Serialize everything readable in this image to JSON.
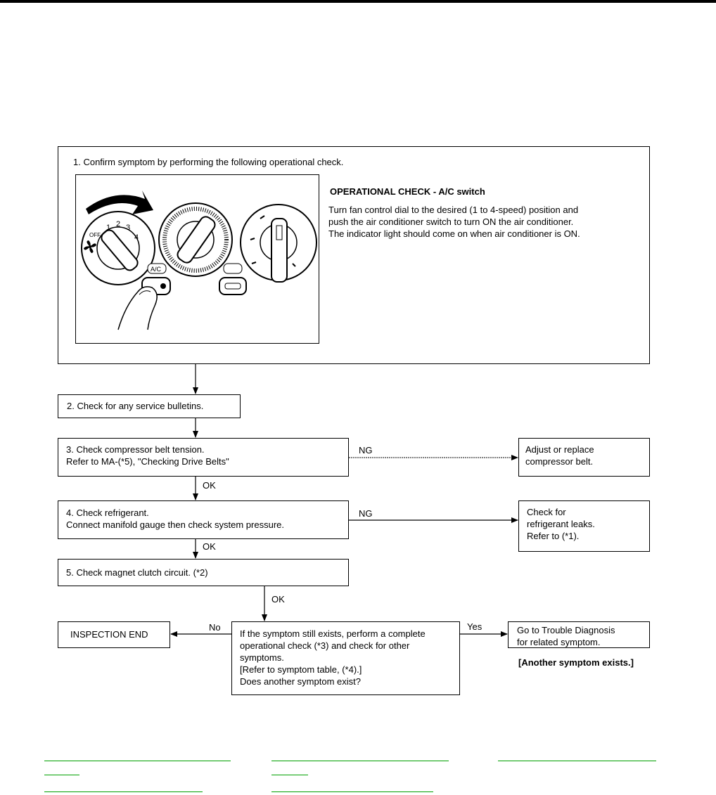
{
  "step1": {
    "text": "1. Confirm symptom by performing the following operational check.",
    "check_title": "OPERATIONAL CHECK - A/C switch",
    "check_body": "Turn fan control dial to the desired (1 to 4-speed) position and\npush the air conditioner switch to turn ON the air conditioner.\nThe indicator light should come on when air conditioner is ON.",
    "dial_labels": [
      "OFF",
      "1",
      "2",
      "3",
      "4"
    ],
    "ac_button_label": "A/C"
  },
  "step2": {
    "text": "2.   Check for any service bulletins."
  },
  "step3": {
    "text": "3.    Check compressor belt tension.\n       Refer to MA-(*5), \"Checking Drive Belts\""
  },
  "step3_ng": {
    "label": "NG",
    "result": "Adjust or replace\ncompressor belt."
  },
  "step3_ok": "OK",
  "step4": {
    "text": "4.    Check refrigerant.\n       Connect manifold gauge then check system pressure."
  },
  "step4_ng": {
    "label": "NG",
    "result": "Check for\nrefrigerant leaks.\nRefer to (*1)."
  },
  "step4_ok": "OK",
  "step5": {
    "text": "5.    Check magnet clutch circuit. (*2)"
  },
  "step5_ok": "OK",
  "decision": {
    "text": "If the symptom still exists, perform a complete\noperational check (*3) and check for other\nsymptoms.\n[Refer to symptom table, (*4).]\nDoes another symptom exist?",
    "no_label": "No",
    "yes_label": "Yes"
  },
  "end_box": "INSPECTION END",
  "yes_box": "Go to Trouble Diagnosis\nfor related symptom.",
  "yes_caption": "[Another symptom exists.]",
  "colors": {
    "link_underline": "#00a000",
    "line": "#000000"
  }
}
